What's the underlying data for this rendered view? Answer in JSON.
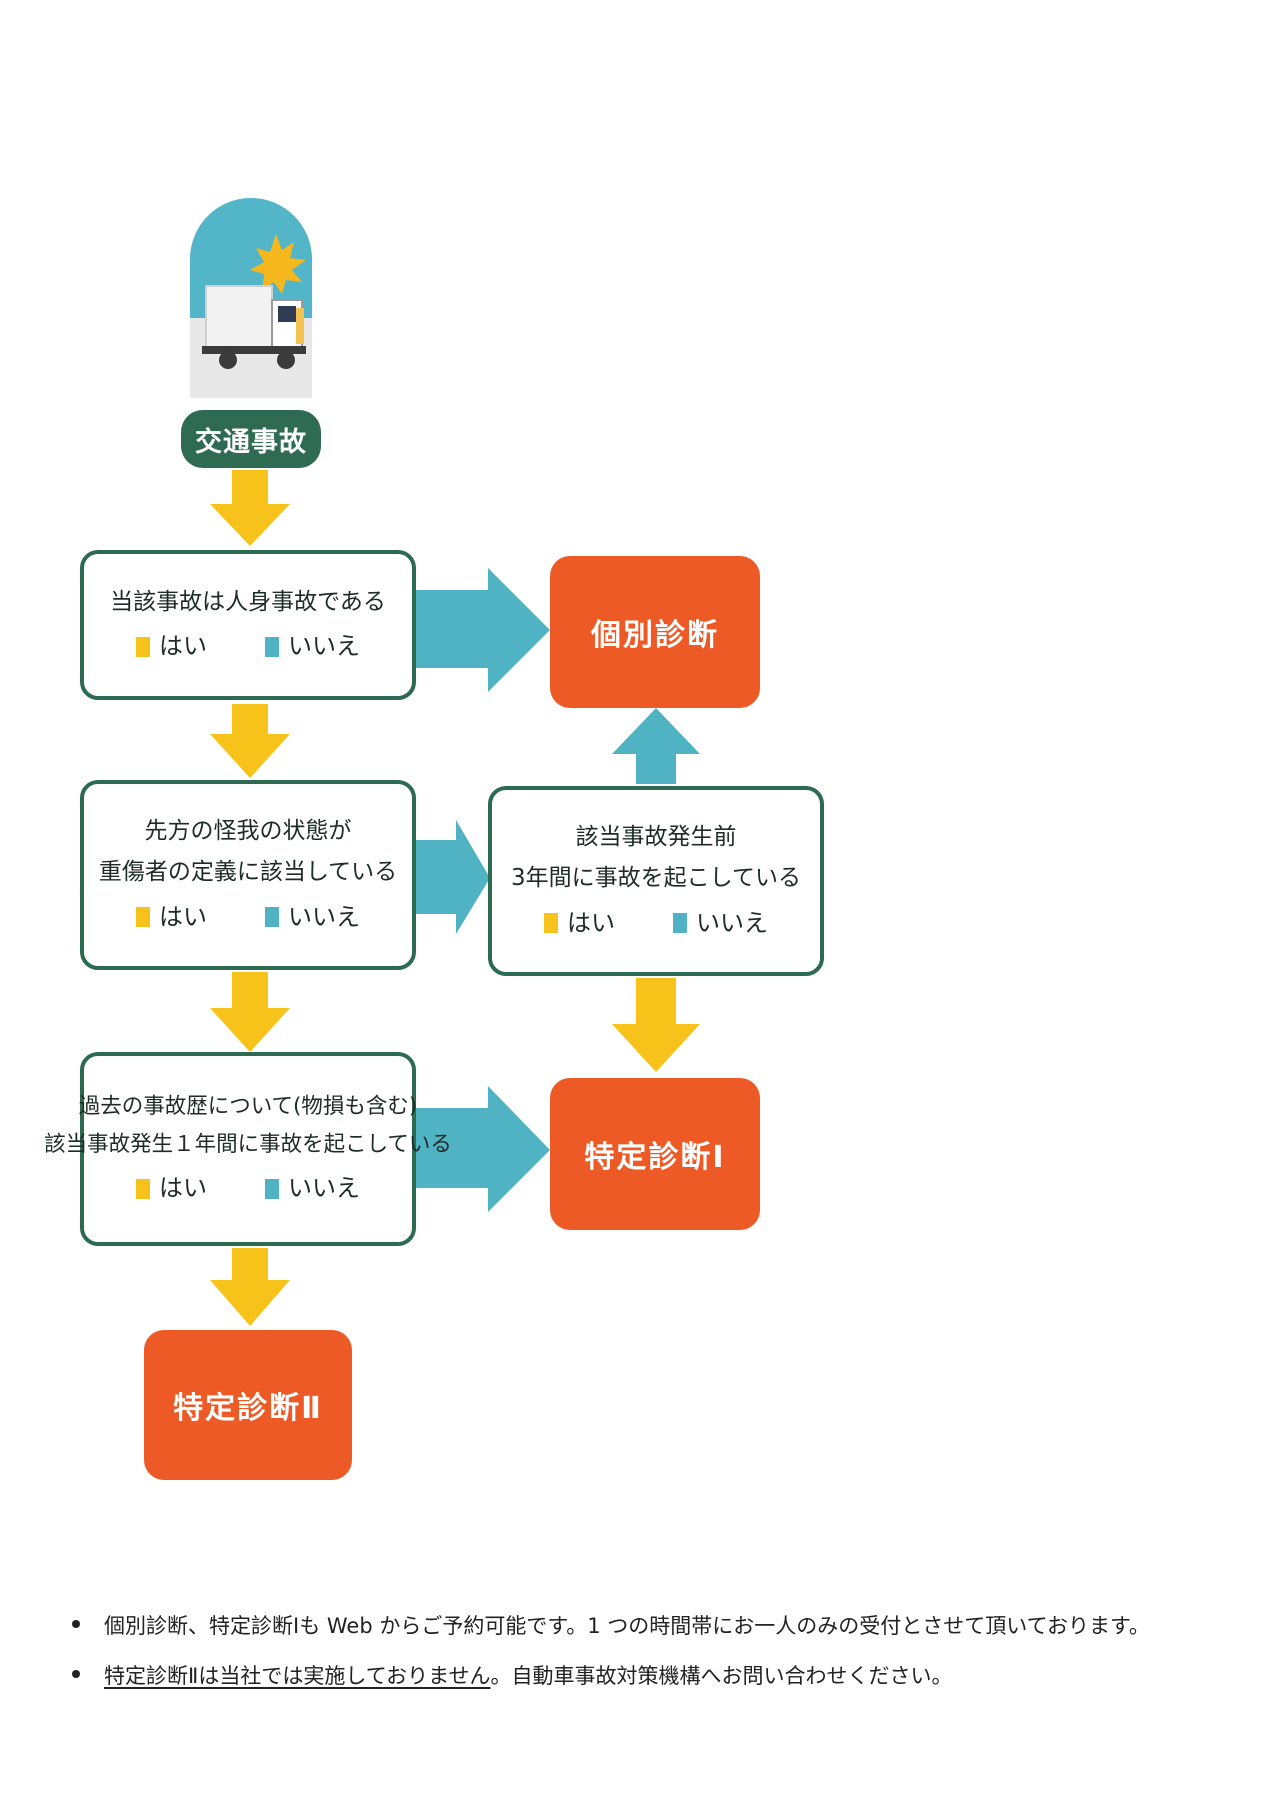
{
  "start": {
    "label": "交通事故",
    "icon": "truck-accident-icon"
  },
  "legend": {
    "yes": "はい",
    "no": "いいえ",
    "yes_color": "#f7c31a",
    "no_color": "#4fb3c4"
  },
  "questions": [
    {
      "lines": [
        "当該事故は人身事故である"
      ]
    },
    {
      "lines": [
        "先方の怪我の状態が",
        "重傷者の定義に該当している"
      ]
    },
    {
      "lines": [
        "過去の事故歴について(物損も含む)",
        "該当事故発生１年間に事故を起こしている"
      ]
    },
    {
      "lines": [
        "該当事故発生前",
        "3年間に事故を起こしている"
      ]
    }
  ],
  "results": {
    "individual": "個別診断",
    "specific_1": "特定診断Ⅰ",
    "specific_2": "特定診断Ⅱ"
  },
  "notes": [
    {
      "text": "個別診断、特定診断Ⅰも Web からご予約可能です。1 つの時間帯にお一人のみの受付とさせて頂いております。"
    },
    {
      "underlined": "特定診断Ⅱは当社では実施しておりません",
      "text": "。自動車事故対策機構へお問い合わせください。"
    }
  ],
  "colors": {
    "frame_green": "#2d6a52",
    "result_orange": "#ee5a26",
    "arrow_yellow": "#f7c31a",
    "arrow_teal": "#4fb3c4"
  }
}
